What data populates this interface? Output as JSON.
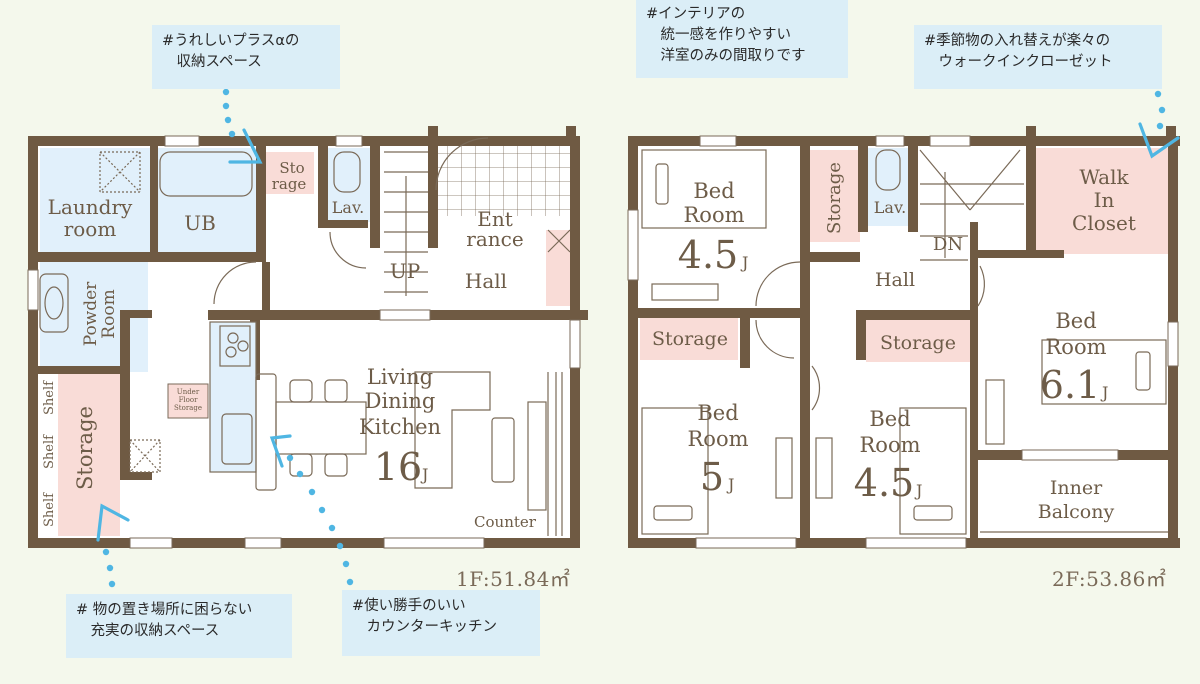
{
  "floor1": {
    "area_label": "1F:51.84㎡",
    "rooms": {
      "laundry": [
        "Laundry",
        "room"
      ],
      "ub": "UB",
      "storage_small": [
        "Sto",
        "rage"
      ],
      "lav": "Lav.",
      "entrance": [
        "Ent",
        "rance"
      ],
      "up": "UP",
      "hall": "Hall",
      "powder": [
        "Powder",
        "Room"
      ],
      "storage_left": "Storage",
      "shelf": "Shelf",
      "under_floor": [
        "Under",
        "Floor",
        "Storage"
      ],
      "ldk": [
        "Living",
        "Dining",
        "Kitchen"
      ],
      "ldk_size": "16",
      "ldk_unit": "J",
      "counter": "Counter"
    }
  },
  "floor2": {
    "area_label": "2F:53.86㎡",
    "rooms": {
      "bed1": [
        "Bed",
        "Room"
      ],
      "bed1_size": "4.5",
      "storage_v": "Storage",
      "lav": "Lav.",
      "dn": "DN",
      "hall": "Hall",
      "wic": [
        "Walk",
        "In",
        "Closet"
      ],
      "storage_a": "Storage",
      "storage_b": "Storage",
      "bed2": [
        "Bed",
        "Room"
      ],
      "bed2_size": "5",
      "bed3": [
        "Bed",
        "Room"
      ],
      "bed3_size": "4.5",
      "bed4": [
        "Bed",
        "Room"
      ],
      "bed4_size": "6.1",
      "unit": "J",
      "balcony": [
        "Inner",
        "Balcony"
      ]
    }
  },
  "callouts": [
    {
      "id": "plus-alpha-storage",
      "lines": [
        "#うれしいプラスαの",
        "　収納スペース"
      ]
    },
    {
      "id": "interior-unity",
      "lines": [
        "#インテリアの",
        "　統一感を作りやすい",
        "　洋室のみの間取りです"
      ]
    },
    {
      "id": "walk-in-closet",
      "lines": [
        "#季節物の入れ替えが楽々の",
        "　ウォークインクローゼット"
      ]
    },
    {
      "id": "storage-space",
      "lines": [
        "# 物の置き場所に困らない",
        "　充実の収納スペース"
      ]
    },
    {
      "id": "counter-kitchen",
      "lines": [
        "#使い勝手のいい",
        "　カウンターキッチン"
      ]
    }
  ],
  "colors": {
    "background": "#f4f8ec",
    "wall": "#6f5a43",
    "wet_area": "#e1f0fb",
    "storage": "#f9dcd7",
    "callout": "#dbeef7",
    "pointer": "#4fb6e3",
    "text": "#6d5c48"
  }
}
